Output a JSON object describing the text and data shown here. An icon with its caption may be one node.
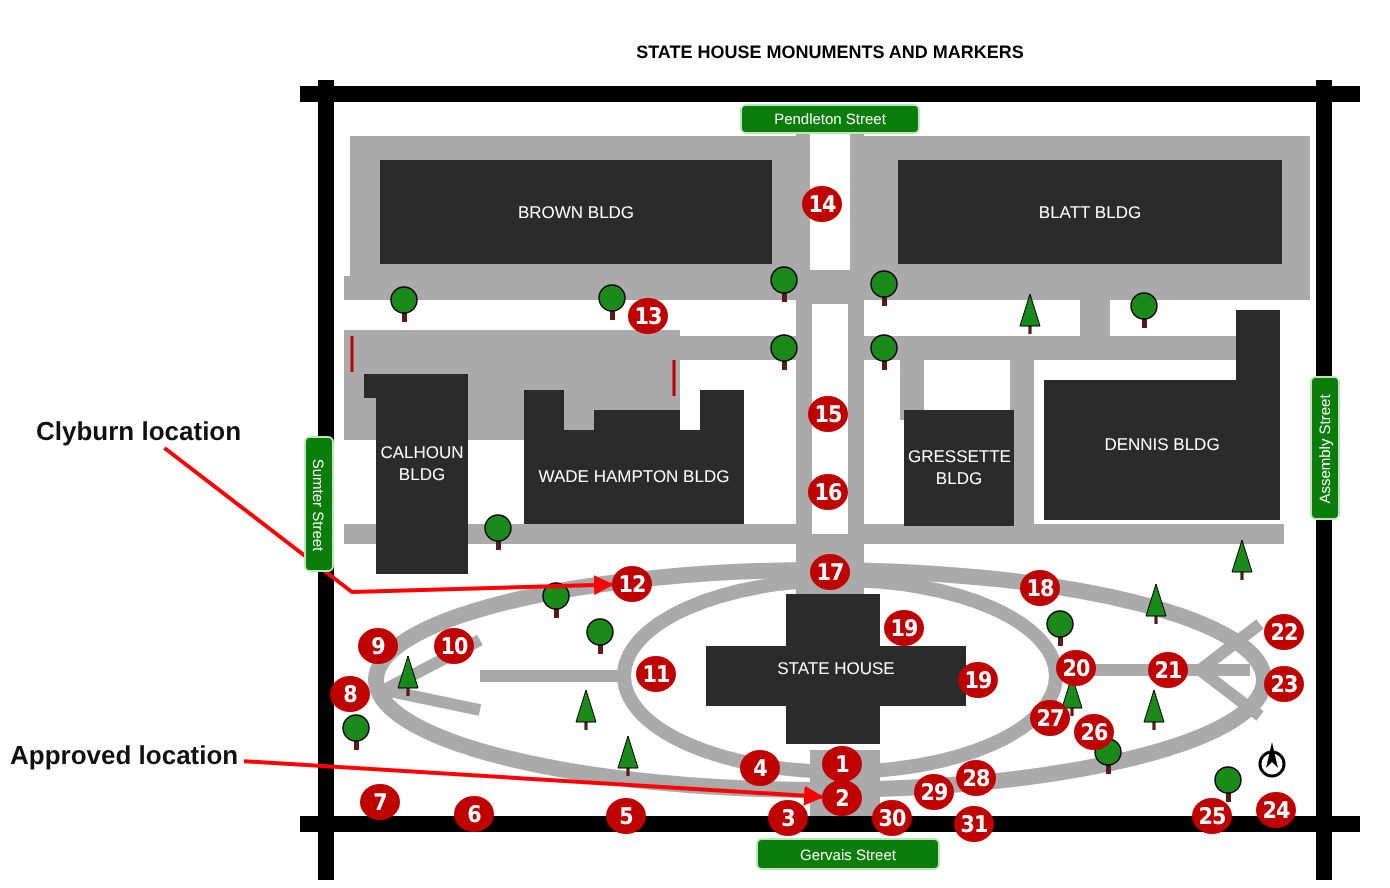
{
  "diagram": {
    "title": "STATE HOUSE MONUMENTS AND MARKERS",
    "nodes": [
      {
        "text": [
          "Pendleton Street"
        ]
      },
      {
        "text": [
          "BROWN BLDG"
        ]
      },
      {
        "text": [
          "14"
        ]
      },
      {
        "text": [
          "BLATT BLDG"
        ]
      },
      {
        "text": [
          "13"
        ]
      },
      {
        "text": [
          "Clyburn location"
        ]
      },
      {
        "text": [
          "CALHOUN BLDG"
        ]
      },
      {
        "text": [
          "Sumter Street"
        ]
      },
      {
        "text": [
          "WADE HAMPTON BLDG"
        ]
      },
      {
        "text": [
          "15"
        ]
      },
      {
        "text": [
          "GRESSETTE BLDG"
        ]
      },
      {
        "text": [
          "DENNIS BLDG"
        ]
      },
      {
        "text": [
          "Assembly Street"
        ]
      },
      {
        "text": [
          "16"
        ]
      },
      {
        "text": [
          "17"
        ]
      },
      {
        "text": [
          "12"
        ]
      },
      {
        "text": [
          "18"
        ]
      },
      {
        "text": [
          "9"
        ]
      },
      {
        "text": [
          "10"
        ]
      },
      {
        "text": [
          "19"
        ]
      },
      {
        "text": [
          "22"
        ]
      },
      {
        "text": [
          "STATE HOUSE"
        ]
      },
      {
        "text": [
          "11"
        ]
      },
      {
        "text": [
          "20"
        ]
      },
      {
        "text": [
          "21"
        ]
      },
      {
        "text": [
          "19"
        ]
      },
      {
        "text": [
          "23"
        ]
      },
      {
        "text": [
          "8"
        ]
      },
      {
        "text": [
          "27"
        ]
      },
      {
        "text": [
          "26"
        ]
      },
      {
        "text": [
          "Approved location"
        ]
      },
      {
        "text": [
          "1"
        ]
      },
      {
        "text": [
          "4"
        ]
      },
      {
        "text": [
          "28"
        ]
      },
      {
        "text": [
          "7"
        ]
      },
      {
        "text": [
          "29"
        ]
      },
      {
        "text": [
          "2"
        ]
      },
      {
        "text": [
          "5"
        ]
      },
      {
        "text": [
          "6"
        ]
      },
      {
        "text": [
          "24"
        ]
      },
      {
        "text": [
          "25"
        ]
      },
      {
        "text": [
          "3"
        ]
      },
      {
        "text": [
          "30"
        ]
      },
      {
        "text": [
          "31"
        ]
      },
      {
        "text": [
          "Gervais Street"
        ]
      }
    ],
    "edges": [
      {
        "from": 5,
        "to": 15,
        "arrow": "to"
      },
      {
        "from": 30,
        "to": 36,
        "arrow": "to"
      }
    ]
  }
}
